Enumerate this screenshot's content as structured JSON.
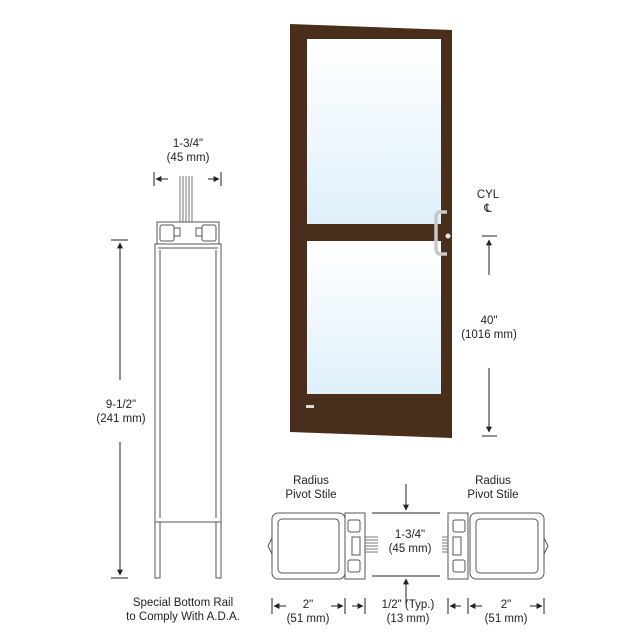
{
  "colors": {
    "frame": "#4a2e1c",
    "glass_top": "#ffffff",
    "glass_bottom": "#dff0fb",
    "line": "#222222"
  },
  "labels": {
    "top_width": {
      "frac": "1-3/4\"",
      "mm": "(45 mm)"
    },
    "rail_height": {
      "frac": "9-1/2\"",
      "mm": "(241 mm)"
    },
    "bottom_rail_note": {
      "line1": "Special Bottom Rail",
      "line2": "to Comply With A.D.A."
    },
    "cyl": {
      "line1": "CYL",
      "line2": "℄"
    },
    "handle_height": {
      "frac": "40\"",
      "mm": "(1016 mm)"
    },
    "left_stile": {
      "line1": "Radius",
      "line2": "Pivot Stile"
    },
    "right_stile": {
      "line1": "Radius",
      "line2": "Pivot Stile"
    },
    "center_width": {
      "frac": "1-3/4\"",
      "mm": "(45 mm)"
    },
    "left_width": {
      "frac": "2\"",
      "mm": "(51 mm)"
    },
    "gap": {
      "frac": "1/2\" (Typ.)",
      "mm": "(13 mm)"
    },
    "right_width": {
      "frac": "2\"",
      "mm": "(51 mm)"
    }
  },
  "icons": [
    "arrow-icon"
  ]
}
